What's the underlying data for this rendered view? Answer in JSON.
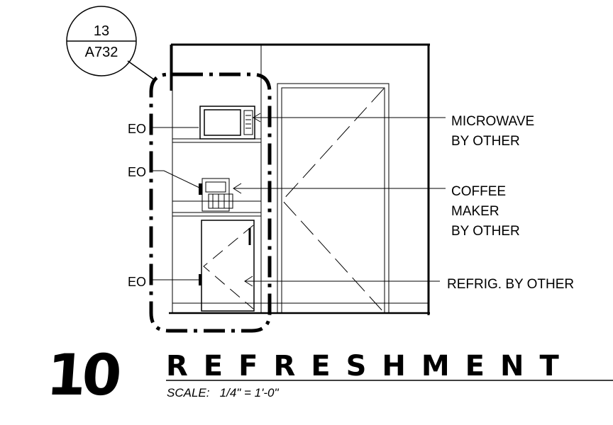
{
  "callout": {
    "number": "13",
    "sheet": "A732"
  },
  "labels": {
    "eo_upper": "EO",
    "eo_middle": "EO",
    "eo_lower": "EO",
    "microwave": [
      "MICROWAVE",
      "BY OTHER"
    ],
    "coffee_maker": [
      "COFFEE",
      "MAKER",
      "BY OTHER"
    ],
    "refrigerator": "REFRIG. BY OTHER"
  },
  "title_block": {
    "number": "10",
    "title": "REFRESHMENT",
    "scale": "SCALE:   1/4\" = 1'-0\""
  }
}
